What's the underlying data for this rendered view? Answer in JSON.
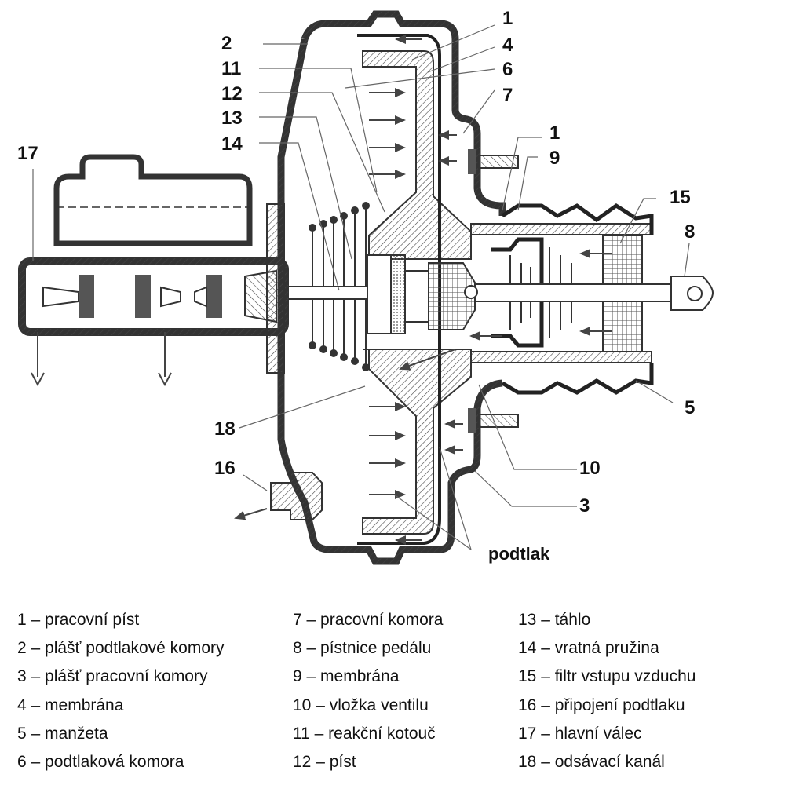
{
  "diagram": {
    "title": "Vacuum brake booster with master cylinder (cross-section)",
    "callouts": [
      {
        "id": "c1a",
        "text": "1"
      },
      {
        "id": "c2",
        "text": "2"
      },
      {
        "id": "c4",
        "text": "4"
      },
      {
        "id": "c11",
        "text": "11"
      },
      {
        "id": "c6",
        "text": "6"
      },
      {
        "id": "c12",
        "text": "12"
      },
      {
        "id": "c7",
        "text": "7"
      },
      {
        "id": "c13",
        "text": "13"
      },
      {
        "id": "c1b",
        "text": "1"
      },
      {
        "id": "c14",
        "text": "14"
      },
      {
        "id": "c9",
        "text": "9"
      },
      {
        "id": "c17",
        "text": "17"
      },
      {
        "id": "c15",
        "text": "15"
      },
      {
        "id": "c8",
        "text": "8"
      },
      {
        "id": "c5",
        "text": "5"
      },
      {
        "id": "c18",
        "text": "18"
      },
      {
        "id": "c10",
        "text": "10"
      },
      {
        "id": "c16",
        "text": "16"
      },
      {
        "id": "c3",
        "text": "3"
      },
      {
        "id": "podtlak",
        "text": "podtlak"
      }
    ]
  },
  "legend": {
    "columns": [
      [
        "1 – pracovní píst",
        "2 – plášť podtlakové komory",
        "3 – plášť pracovní komory",
        "4 – membrána",
        "5 – manžeta",
        "6 – podtlaková komora"
      ],
      [
        "7 – pracovní komora",
        "8 – pístnice pedálu",
        "9 – membrána",
        "10 – vložka ventilu",
        "11 – reakční kotouč",
        "12 – píst"
      ],
      [
        "13 – táhlo",
        "14 – vratná pružina",
        "15 – filtr vstupu vzduchu",
        "16 – připojení podtlaku",
        "17 – hlavní válec",
        "18 – odsávací kanál"
      ]
    ]
  }
}
